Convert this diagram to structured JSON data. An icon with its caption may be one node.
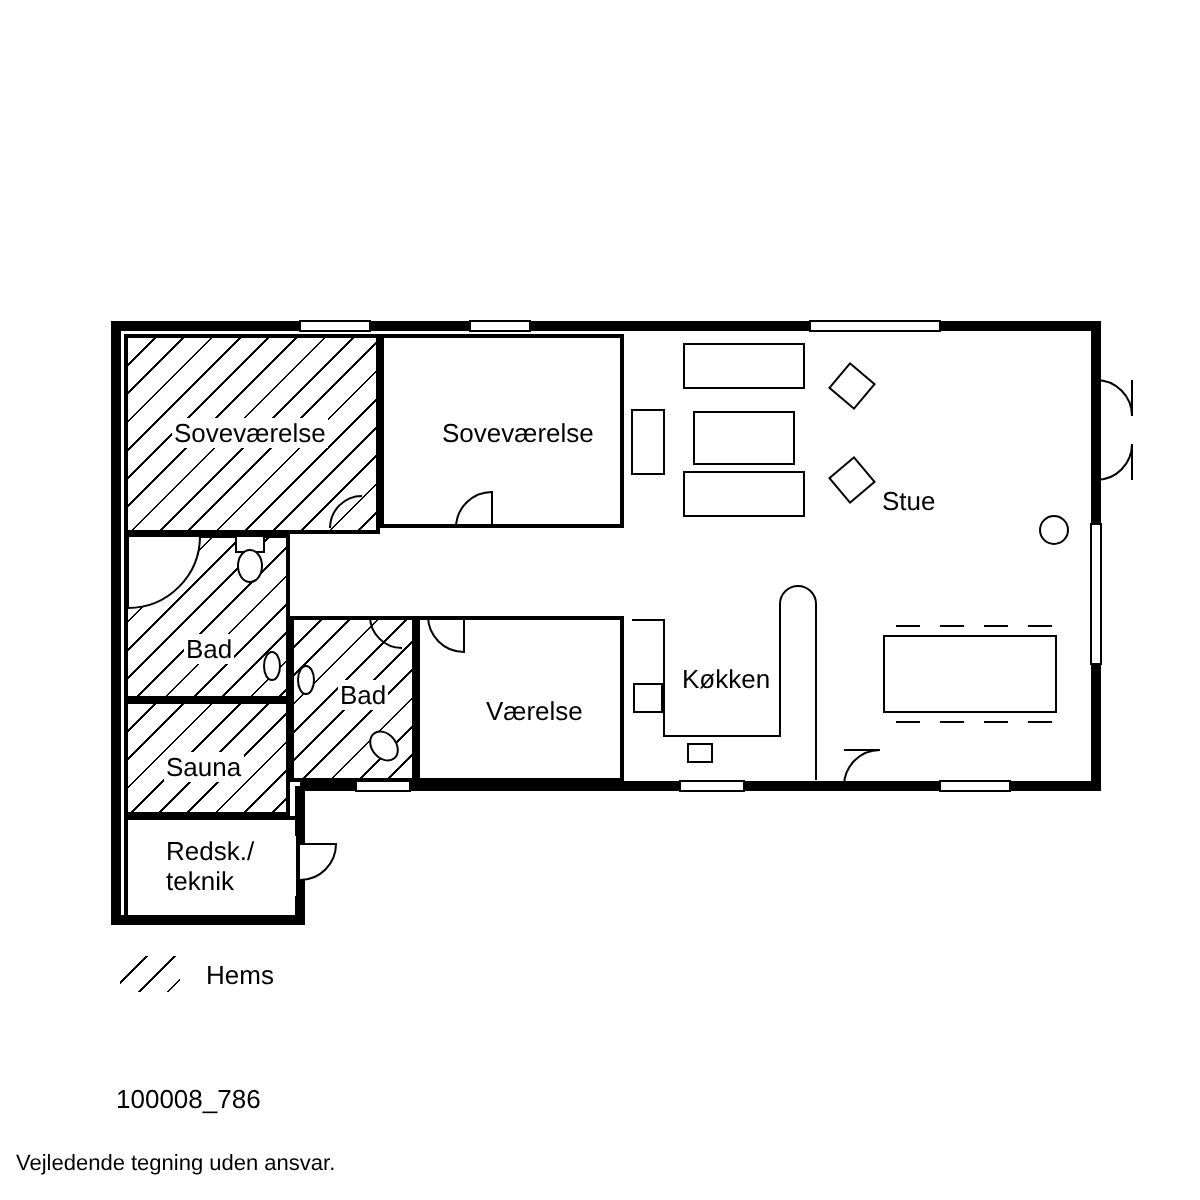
{
  "diagram": {
    "nodes": [
      {
        "text": [
          "Soveværelse"
        ]
      },
      {
        "text": [
          "Soveværelse"
        ]
      },
      {
        "text": [
          "Stue"
        ]
      },
      {
        "text": [
          "Bad"
        ]
      },
      {
        "text": [
          "Bad"
        ]
      },
      {
        "text": [
          "Værelse"
        ]
      },
      {
        "text": [
          "Køkken"
        ]
      },
      {
        "text": [
          "Sauna"
        ]
      },
      {
        "text": [
          "Redsk./ teknik"
        ]
      }
    ],
    "edges": [],
    "labels": [
      "100008_786",
      "Vejledende tegning uden ansvar."
    ],
    "legend": [
      {
        "text": "Hems"
      }
    ]
  }
}
